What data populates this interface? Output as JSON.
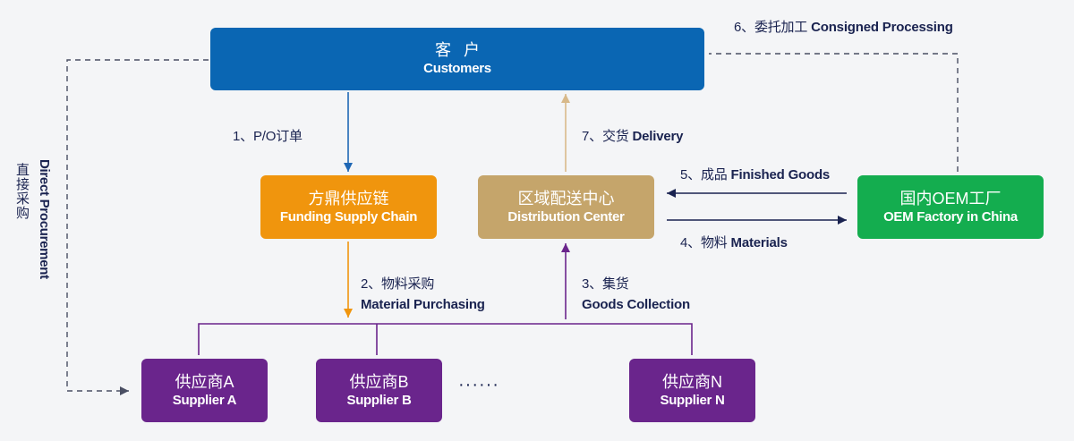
{
  "customers": {
    "zh": "客户",
    "en": "Customers"
  },
  "funding": {
    "zh": "方鼎供应链",
    "en": "Funding Supply Chain"
  },
  "distribution": {
    "zh": "区域配送中心",
    "en": "Distribution Center"
  },
  "oem": {
    "zh": "国内OEM工厂",
    "en": "OEM Factory in China"
  },
  "suppliers": [
    {
      "zh": "供应商A",
      "en": "Supplier A"
    },
    {
      "zh": "供应商B",
      "en": "Supplier B"
    },
    {
      "zh": "供应商N",
      "en": "Supplier N"
    }
  ],
  "ellipsis": "······",
  "steps": {
    "s1": {
      "num": "1、",
      "zh": "P/O订单"
    },
    "s2": {
      "num": "2、",
      "zh": "物料采购",
      "en": "Material Purchasing"
    },
    "s3": {
      "num": "3、",
      "zh": "集货",
      "en": "Goods Collection"
    },
    "s4": {
      "num": "4、",
      "zh": "物料",
      "en": "Materials"
    },
    "s5": {
      "num": "5、",
      "zh": "成品",
      "en": "Finished Goods"
    },
    "s6": {
      "num": "6、",
      "zh": "委托加工",
      "en": "Consigned Processing"
    },
    "s7": {
      "num": "7、",
      "zh": "交货",
      "en": "Delivery"
    }
  },
  "direct": {
    "en": "Direct Procurement",
    "zh": "直接采购"
  },
  "colors": {
    "customers": "#0a66b3",
    "funding": "#f0950d",
    "distribution": "#c5a56b",
    "oem": "#14ad4f",
    "supplier": "#6a258c",
    "text": "#1a2350"
  }
}
